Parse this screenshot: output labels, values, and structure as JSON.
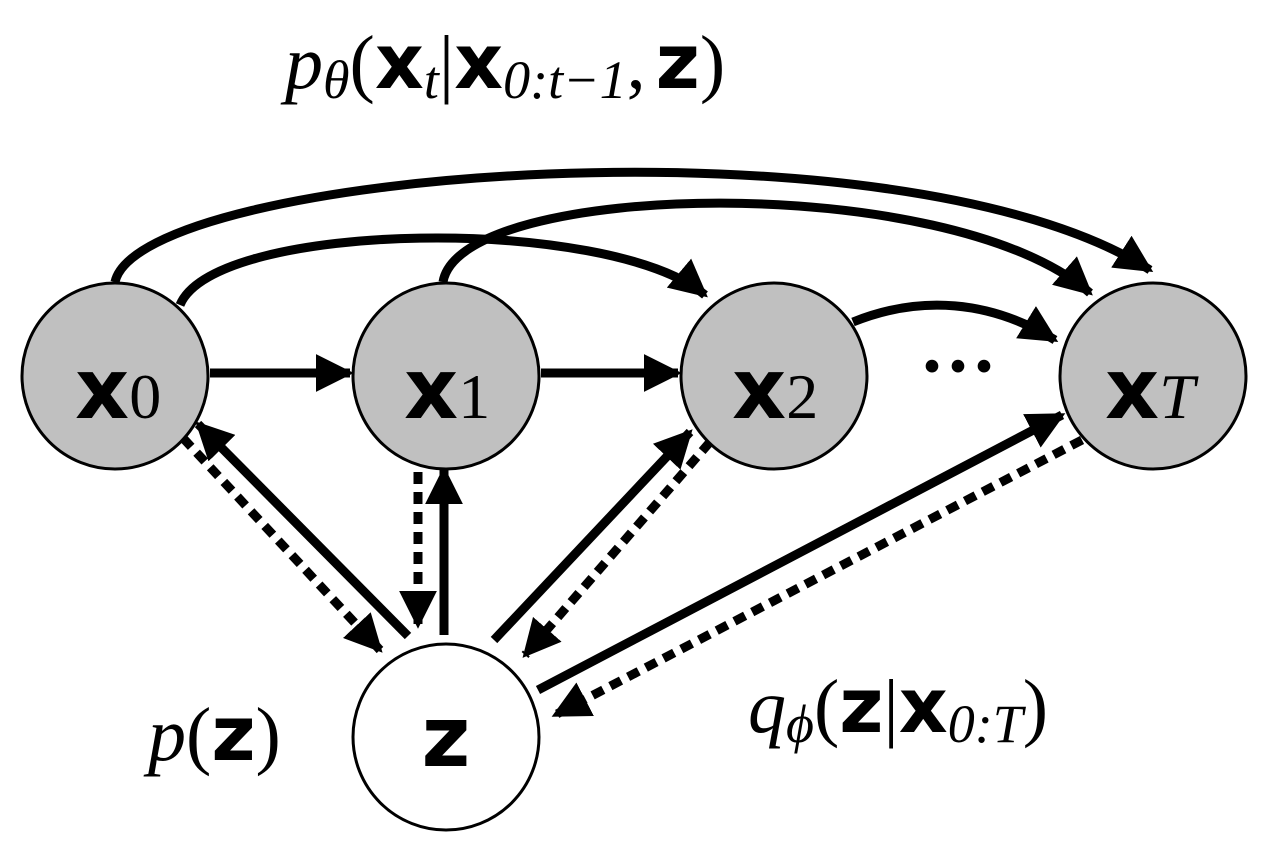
{
  "nodes": {
    "x0": {
      "symbol": "x",
      "sub": "0",
      "fill": "#c0c0c0"
    },
    "x1": {
      "symbol": "x",
      "sub": "1",
      "fill": "#c0c0c0"
    },
    "x2": {
      "symbol": "x",
      "sub": "2",
      "fill": "#c0c0c0"
    },
    "xT": {
      "symbol": "x",
      "sub": "T",
      "fill": "#c0c0c0"
    },
    "z": {
      "symbol": "z",
      "fill": "#ffffff"
    }
  },
  "ellipsis": "···",
  "labels": {
    "generative": {
      "p": "p",
      "theta": "θ",
      "open": "(",
      "x": "x",
      "t": "t",
      "bar": "|",
      "range": "0:t−1",
      "comma": ",",
      "z": "z",
      "close": ")"
    },
    "prior": {
      "p": "p",
      "open": "(",
      "z": "z",
      "close": ")"
    },
    "inference": {
      "q": "q",
      "phi": "ϕ",
      "open": "(",
      "z": "z",
      "bar": "|",
      "x": "x",
      "range": "0:T",
      "close": ")"
    }
  },
  "colors": {
    "stroke": "#000000",
    "observed": "#c0c0c0",
    "latent": "#ffffff"
  }
}
